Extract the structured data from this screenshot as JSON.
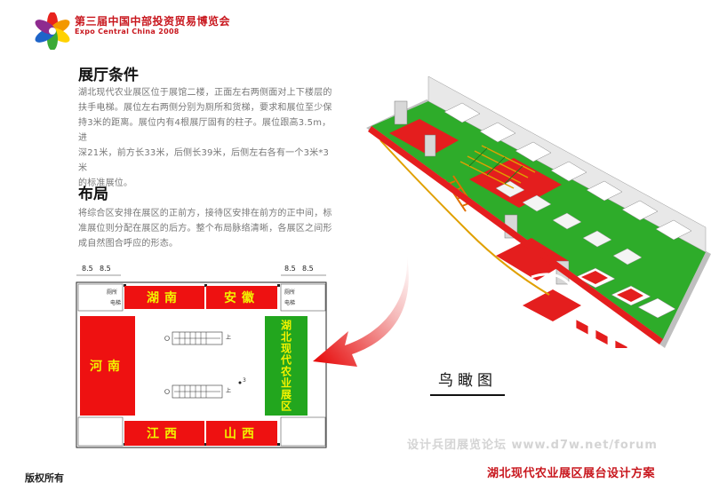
{
  "header": {
    "expo_name_cn": "第三届中国中部投资贸易博览会",
    "expo_name_en": "Expo Central China 2008"
  },
  "sections": {
    "hall": {
      "title": "展厅条件",
      "lines": [
        "湖北现代农业展区位于展馆二楼，正面左右两侧面对上下楼层的",
        "扶手电梯。展位左右两侧分别为厕所和货梯，要求和展位至少保",
        "持3米的距离。展位内有4根展厅固有的柱子。展位跟高3.5m，进",
        "深21米，前方长33米，后侧长39米，后侧左右各有一个3米*3米",
        "的标准展位。"
      ]
    },
    "layout": {
      "title": "布局",
      "lines": [
        "将综合区安排在展区的正前方，接待区安排在前方的正中间，标",
        "准展位则分配在展区的后方。整个布局脉络清晰，各展区之间形",
        "成自然图合呼应的形态。"
      ]
    }
  },
  "floor_plan": {
    "dimension_label": "8.5",
    "rooms": {
      "hunan": "湖南",
      "anhui": "安徽",
      "henan": "河南",
      "jiangxi": "江西",
      "shanxi": "山西",
      "hubei": "湖北现代农业展区"
    },
    "small_labels": {
      "toilet": "厕所",
      "elevator": "电梯",
      "column": "3",
      "up": "上"
    }
  },
  "aerial_label": "鸟瞰图",
  "watermark": "设计兵团展览论坛  www.d7w.net/forum",
  "copyright": "版权所有",
  "plan_title": "湖北现代农业展区展台设计方案",
  "colors": {
    "brand_red": "#c8161d",
    "booth_red": "#ee1111",
    "floor_green": "#22a61e",
    "label_yellow": "#f2f200"
  }
}
